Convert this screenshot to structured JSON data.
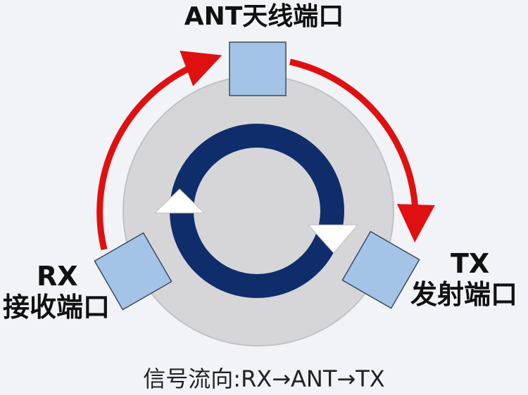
{
  "ports": {
    "ant": {
      "label": "ANT天线端口"
    },
    "rx": {
      "label_line1": "RX",
      "label_line2": "接收端口"
    },
    "tx": {
      "label_line1": "TX",
      "label_line2": "发射端口"
    }
  },
  "caption": "信号流向:RX→ANT→TX",
  "colors": {
    "background": "#f2f3f7",
    "disc": "#d6d6d8",
    "ring": "#0f2d6b",
    "port": "#a3c4e6",
    "arrow": "#e01010",
    "inner_arrowhead": "#ffffff"
  }
}
